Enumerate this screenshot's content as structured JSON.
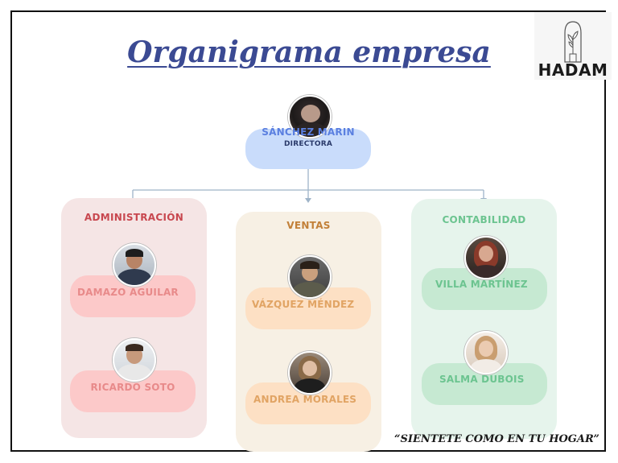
{
  "title": "Organigrama empresa",
  "logo": {
    "text": "HADAM",
    "icon": "plant-in-arch-icon"
  },
  "director": {
    "name": "SÁNCHEZ MARIN",
    "role": "DIRECTORA"
  },
  "departments": [
    {
      "title": "ADMINISTRACIÓN",
      "members": [
        "DAMAZO AGUILAR",
        "RICARDO SOTO"
      ]
    },
    {
      "title": "VENTAS",
      "members": [
        "VÁZQUEZ MÉNDEZ",
        "ANDREA MORALES"
      ]
    },
    {
      "title": "CONTABILIDAD",
      "members": [
        "VILLA MARTÍNEZ",
        "SALMA DUBOIS"
      ]
    }
  ],
  "tagline": "“SIENTETE COMO EN TU HOGAR”",
  "colors": {
    "title": "#3b4a93",
    "director_pill": "#c9dcfb",
    "director_name": "#5a7fe0",
    "administracion_bg": "#f5e5e5",
    "administracion_pill": "#fcc9c9",
    "administracion_text": "#e88a8a",
    "ventas_bg": "#f7f0e4",
    "ventas_pill": "#fde0c4",
    "ventas_text": "#e1a464",
    "contabilidad_bg": "#e6f4ec",
    "contabilidad_pill": "#c6e9d2",
    "contabilidad_text": "#6cc490",
    "connector": "#9fb4c8"
  }
}
